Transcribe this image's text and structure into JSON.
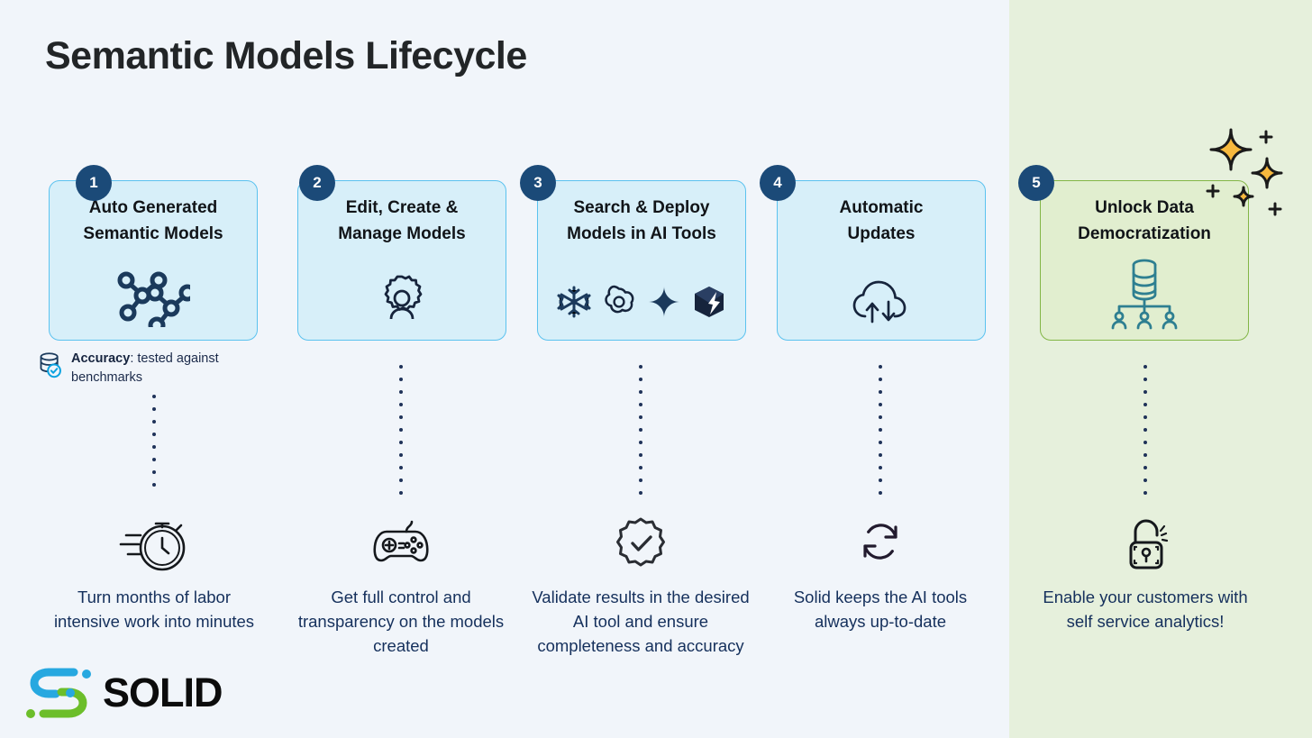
{
  "title": "Semantic Models Lifecycle",
  "theme": {
    "background": "#f1f5fa",
    "highlight_panel": "#e6f0dc",
    "card_fill": "#d7eff9",
    "card_border": "#5bc2ef",
    "card_fill_highlight": "#e1eecf",
    "card_border_highlight": "#83b646",
    "badge": "#1b4a78",
    "text": "#15305c",
    "sparkle": "#f6b93b"
  },
  "steps": [
    {
      "number": "1",
      "title": "Auto Generated\nSemantic Models",
      "icon": "node-graph-icon",
      "note": {
        "label": "Accuracy",
        "text": ": tested against benchmarks",
        "icon": "database-check-icon"
      },
      "outcome_icon": "stopwatch-icon",
      "outcome": "Turn months of labor intensive work into minutes"
    },
    {
      "number": "2",
      "title": "Edit, Create &\nManage Models",
      "icon": "gear-person-icon",
      "note": null,
      "outcome_icon": "gamepad-icon",
      "outcome": "Get full control and transparency on the models created"
    },
    {
      "number": "3",
      "title": "Search & Deploy\nModels in AI Tools",
      "icon": "ai-tools-icons",
      "ai_tools": [
        "snowflake-icon",
        "openai-icon",
        "gemini-sparkle-icon",
        "copilot-cube-icon"
      ],
      "note": null,
      "outcome_icon": "verified-check-icon",
      "outcome": "Validate results in the desired AI tool and ensure completeness and accuracy"
    },
    {
      "number": "4",
      "title": "Automatic\nUpdates",
      "icon": "cloud-sync-icon",
      "note": null,
      "outcome_icon": "refresh-icon",
      "outcome": "Solid keeps the AI tools always up-to-date"
    },
    {
      "number": "5",
      "title": "Unlock Data\nDemocratization",
      "icon": "database-users-icon",
      "highlighted": true,
      "note": null,
      "outcome_icon": "unlocked-padlock-icon",
      "outcome": "Enable your customers with self service analytics!"
    }
  ],
  "logo": {
    "text": "SOLID",
    "mark": "solid-s-mark-icon"
  }
}
